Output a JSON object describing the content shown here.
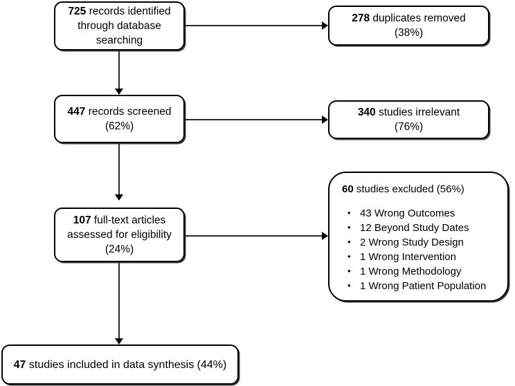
{
  "diagram": {
    "type": "prisma-flow-diagram",
    "boxes": {
      "identified": {
        "line1_value": "725",
        "line1_text": " records identified",
        "line2": "through database",
        "line3": "searching"
      },
      "duplicates": {
        "line1_value": "278",
        "line1_text": " duplicates removed",
        "line2": "(38%)"
      },
      "screened": {
        "line1_value": "447",
        "line1_text": " records screened",
        "line2": "(62%)"
      },
      "irrelevant": {
        "line1_value": "340",
        "line1_text": " studies irrelevant",
        "line2": "(76%)"
      },
      "fulltext": {
        "line1_value": "107",
        "line1_text": " full-text articles",
        "line2": "assessed for eligibility",
        "line3": "(24%)"
      },
      "excluded": {
        "head_value": "60",
        "head_text": " studies excluded (56%)",
        "reasons": [
          "43 Wrong Outcomes",
          "12 Beyond Study Dates",
          "2 Wrong Study Design",
          "1 Wrong Intervention",
          "1 Wrong Methodology",
          "1 Wrong Patient Population"
        ]
      },
      "included": {
        "line1_value": "47",
        "line1_text": " studies included in data synthesis (44%)"
      }
    },
    "colors": {
      "border": "#000000",
      "background": "#ffffff",
      "text": "#000000",
      "connector": "#2b2b2b"
    }
  }
}
